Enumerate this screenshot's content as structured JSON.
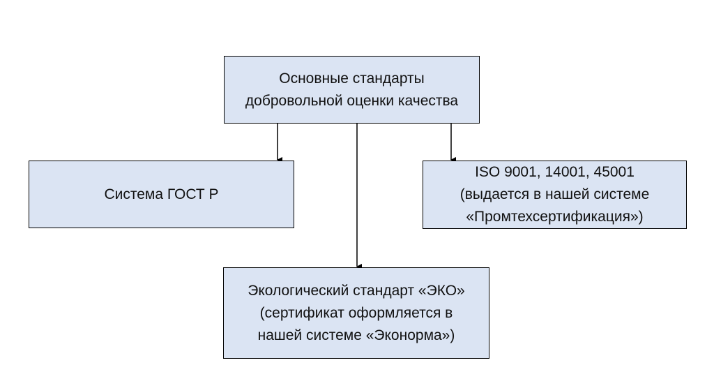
{
  "diagram": {
    "root": {
      "lines": [
        "Основные стандарты",
        "добровольной оценки качества"
      ]
    },
    "left": {
      "lines": [
        "Система ГОСТ Р"
      ]
    },
    "right": {
      "lines": [
        "ISO 9001, 14001, 45001",
        "(выдается в нашей системе",
        "«Промтехсертификация»)"
      ]
    },
    "bottom": {
      "lines": [
        "Экологический стандарт «ЭКО»",
        "(сертификат оформляется в",
        "нашей системе «Эконорма»)"
      ]
    },
    "colors": {
      "box_fill": "#dbe4f3",
      "box_border": "#000000",
      "arrow": "#000000"
    }
  }
}
